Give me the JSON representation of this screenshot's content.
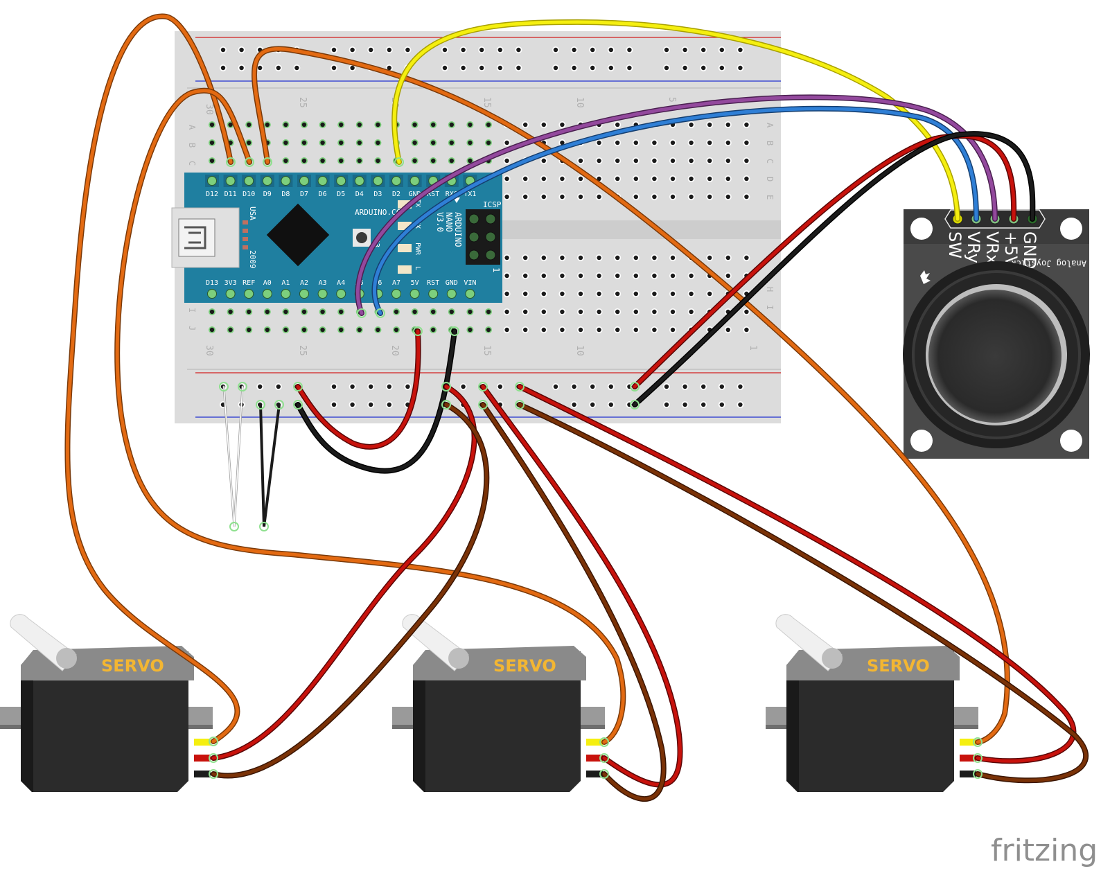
{
  "breadboard": {
    "col_numbers_top": [
      "30",
      "25",
      "20",
      "15",
      "10",
      "5"
    ],
    "col_numbers_bottom": [
      "30",
      "25",
      "20",
      "15",
      "10",
      "1"
    ],
    "row_letters_top": [
      "A",
      "B",
      "C",
      "D",
      "E"
    ],
    "row_letters_bottom": [
      "H",
      "I",
      "J"
    ]
  },
  "arduino": {
    "pins_top": [
      "D12",
      "D11",
      "D10",
      "D9",
      "D8",
      "D7",
      "D6",
      "D5",
      "D4",
      "D3",
      "D2",
      "GND",
      "RST",
      "RX0",
      "TX1"
    ],
    "pins_bottom": [
      "D13",
      "3V3",
      "REF",
      "A0",
      "A1",
      "A2",
      "A3",
      "A4",
      "A5",
      "A6",
      "A7",
      "5V",
      "RST",
      "GND",
      "VIN"
    ],
    "brand": "ARDUINO.CC",
    "model_lines": [
      "ARDUINO",
      "NANO",
      "V3.0"
    ],
    "leds": [
      "TX",
      "RX",
      "PWR",
      "L"
    ],
    "usa": "USA",
    "year": "2009",
    "icsp": "ICSP",
    "icsp_pin1": "1",
    "r3": "R3"
  },
  "joystick": {
    "pins": [
      "SW",
      "VRy",
      "VRx",
      "+5V",
      "GND"
    ],
    "label": "Analog Joystick"
  },
  "servos": [
    {
      "label": "SERVO"
    },
    {
      "label": "SERVO"
    },
    {
      "label": "SERVO"
    }
  ],
  "watermark": "fritzing",
  "colors": {
    "breadboard": "#dcdcdc",
    "nano": "#1f7fa0",
    "wire_orange": "#e36a12",
    "wire_yellow": "#f5ef10",
    "wire_purple": "#93499d",
    "wire_blue": "#2f7fd6",
    "wire_red": "#c8120c",
    "wire_black": "#1b1b1b",
    "wire_brown": "#7a3207",
    "servo_label": "#f3b632"
  }
}
